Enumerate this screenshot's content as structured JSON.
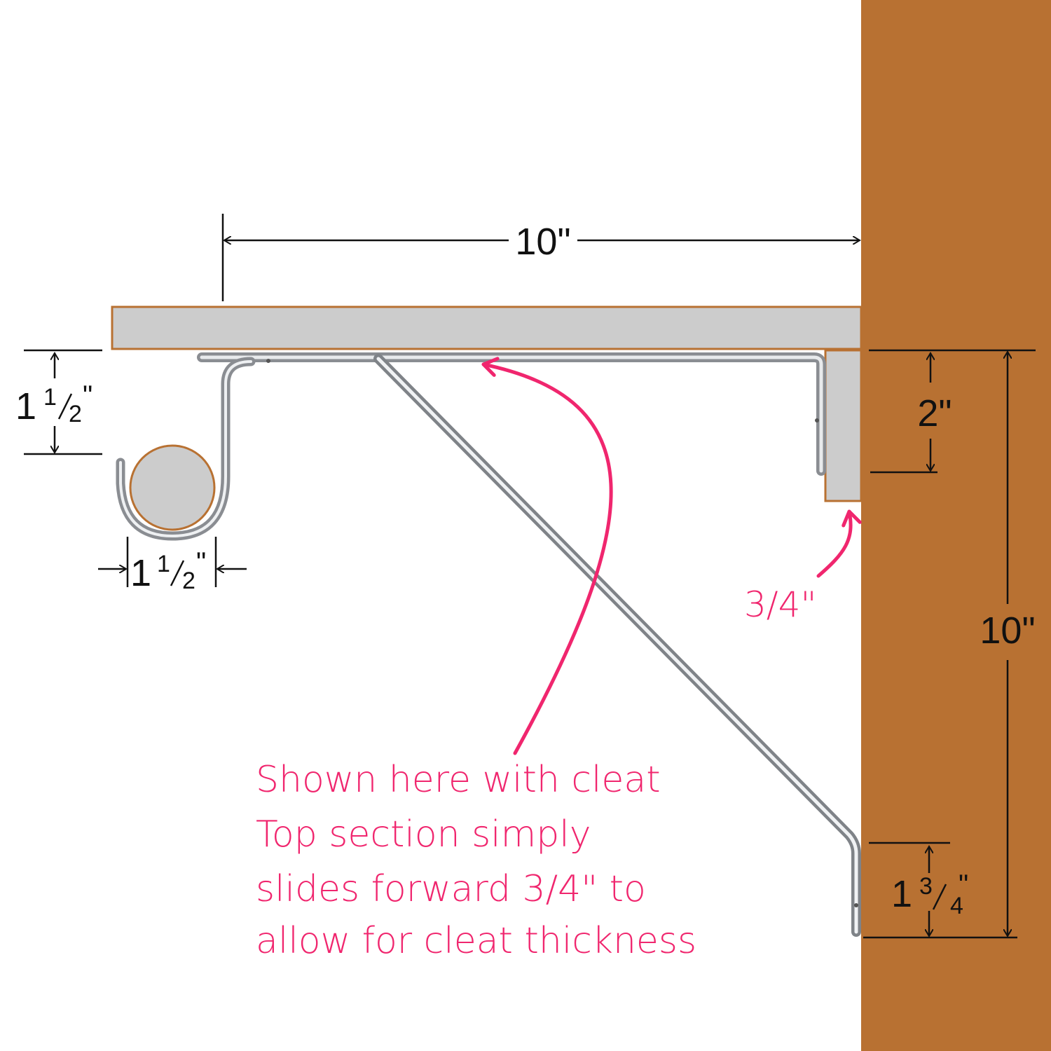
{
  "colors": {
    "wall": "#b87132",
    "board": "#cccccc",
    "board_edge": "#b87132",
    "bracket": "#8a8d92",
    "bracket_highlight": "#eef0f2",
    "dimension_line": "#111111",
    "annotation": "#f0266e"
  },
  "dimensions": {
    "shelf_depth": "10\"",
    "bracket_height": "10\"",
    "cleat_height": "2\"",
    "cleat_thickness": "3/4\"",
    "hook_height": {
      "whole": "1",
      "num": "1",
      "den": "2",
      "unit": "\""
    },
    "rod_diameter": {
      "whole": "1",
      "num": "1",
      "den": "2",
      "unit": "\""
    },
    "foot_height": {
      "whole": "1",
      "num": "3",
      "den": "4",
      "unit": "\""
    }
  },
  "note": {
    "lines": [
      "Shown here with cleat",
      "Top section simply",
      "slides forward 3/4\"  to",
      "allow for cleat thickness"
    ]
  }
}
